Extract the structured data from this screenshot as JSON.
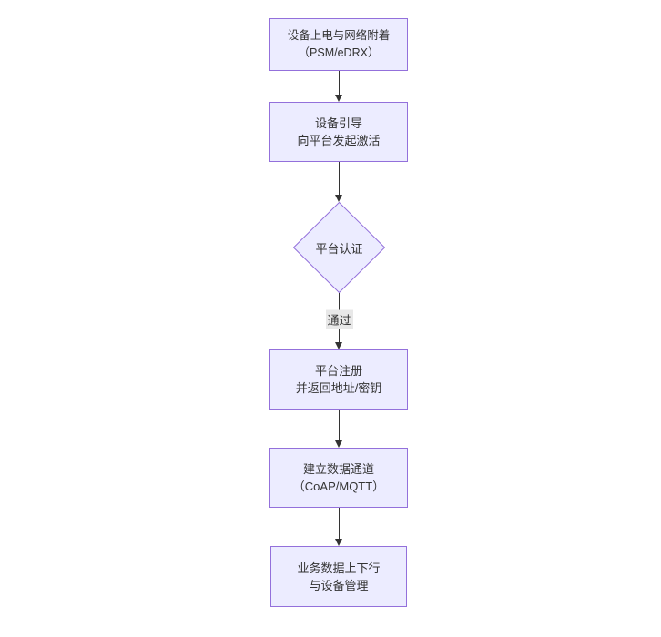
{
  "flowchart": {
    "colors": {
      "canvas_bg": "#ffffff",
      "node_fill": "#ECECFF",
      "node_border": "#9370DB",
      "edge_color": "#333333",
      "text_color": "#333333",
      "edge_label_bg": "#e8e8e8"
    },
    "nodes": [
      {
        "id": "power-attach",
        "shape": "rect",
        "lines": [
          "设备上电与网络附着",
          "（PSM/eDRX）"
        ]
      },
      {
        "id": "bootstrap",
        "shape": "rect",
        "lines": [
          "设备引导",
          "向平台发起激活"
        ]
      },
      {
        "id": "platform-auth",
        "shape": "diamond",
        "lines": [
          "平台认证"
        ]
      },
      {
        "id": "register",
        "shape": "rect",
        "lines": [
          "平台注册",
          "并返回地址/密钥"
        ]
      },
      {
        "id": "data-channel",
        "shape": "rect",
        "lines": [
          "建立数据通道",
          "（CoAP/MQTT）"
        ]
      },
      {
        "id": "business",
        "shape": "rect",
        "lines": [
          "业务数据上下行",
          "与设备管理"
        ]
      }
    ],
    "edges": [
      {
        "from": "power-attach",
        "to": "bootstrap",
        "label": ""
      },
      {
        "from": "bootstrap",
        "to": "platform-auth",
        "label": ""
      },
      {
        "from": "platform-auth",
        "to": "register",
        "label": "通过"
      },
      {
        "from": "register",
        "to": "data-channel",
        "label": ""
      },
      {
        "from": "data-channel",
        "to": "business",
        "label": ""
      }
    ]
  }
}
